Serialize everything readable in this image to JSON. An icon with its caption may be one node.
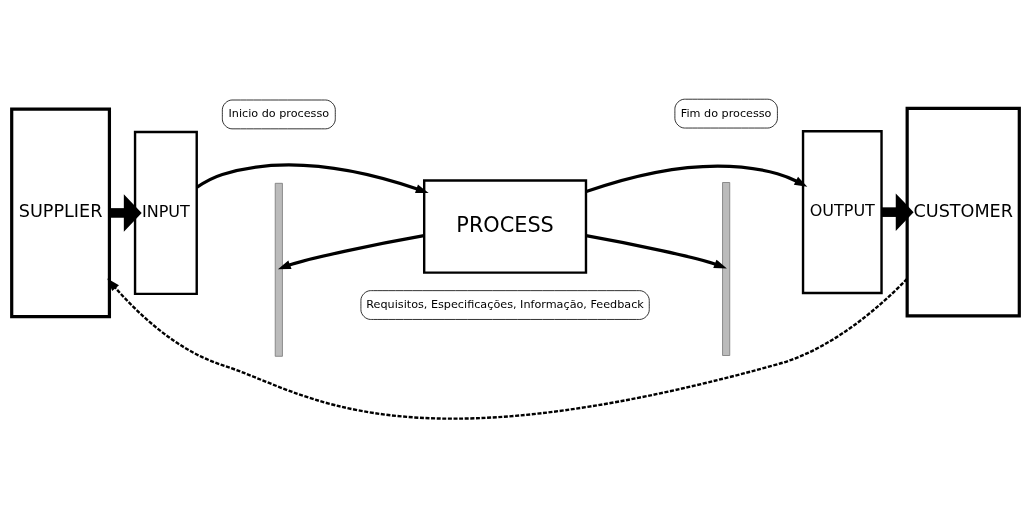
{
  "diagram": {
    "nodes": [
      {
        "text": [
          "SUPPLIER"
        ]
      },
      {
        "text": [
          "INPUT"
        ]
      },
      {
        "text": [
          "PROCESS"
        ]
      },
      {
        "text": [
          "OUTPUT"
        ]
      },
      {
        "text": [
          "CUSTOMER"
        ]
      },
      {
        "text": [
          "Inicio do processo"
        ]
      },
      {
        "text": [
          "Fim do processo"
        ]
      },
      {
        "text": [],
        "shape": "bar"
      },
      {
        "text": [],
        "shape": "bar"
      },
      {
        "text": [
          "Requisitos, Especificações, Informação, Feedback"
        ]
      }
    ],
    "edges": [
      {
        "from": 0,
        "to": 1,
        "arrow": "to",
        "style": "thick"
      },
      {
        "from": 1,
        "to": 2,
        "arrow": "to"
      },
      {
        "from": 2,
        "to": 3,
        "arrow": "to"
      },
      {
        "from": 3,
        "to": 4,
        "arrow": "to",
        "style": "thick"
      },
      {
        "from": 2,
        "to": 7,
        "arrow": "to"
      },
      {
        "from": 2,
        "to": 8,
        "arrow": "to"
      },
      {
        "from": 4,
        "to": 0,
        "arrow": "to",
        "style": "dashed"
      }
    ]
  }
}
